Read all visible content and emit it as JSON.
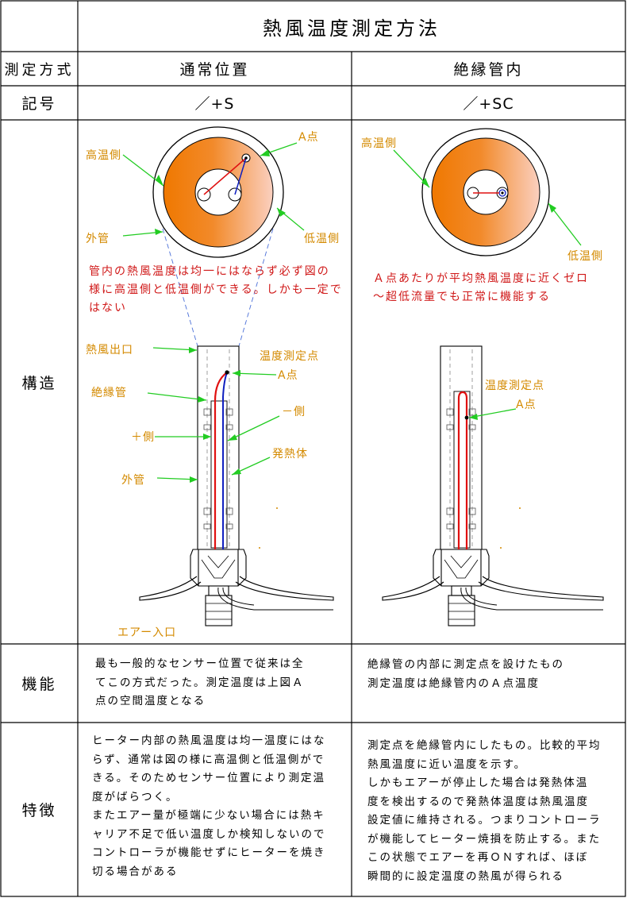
{
  "title": "熱風温度測定方法",
  "rows": {
    "method_label": "測定方式",
    "symbol_label": "記号",
    "structure_label": "構造",
    "function_label": "機能",
    "feature_label": "特徴"
  },
  "columns": [
    {
      "method": "通常位置",
      "symbol": "／+S",
      "labels": {
        "a_point_top": "A点",
        "high_side": "高温側",
        "outer_tube_top": "外管",
        "low_side": "低温側",
        "hot_air_outlet": "熱風出口",
        "temp_point": "温度測定点",
        "a_point": "A点",
        "insulation_tube": "絶縁管",
        "minus_side": "－側",
        "plus_side": "＋側",
        "heater": "発熱体",
        "outer_tube": "外管",
        "air_inlet": "エアー入口"
      },
      "note": [
        "管内の熱風温度は均一にはならず必ず図の",
        "様に高温側と低温側ができる。しかも一定で",
        "はない"
      ],
      "function": [
        "最も一般的なセンサー位置で従来は全",
        "てこの方式だった。測定温度は上図Ａ",
        "点の空間温度となる"
      ],
      "feature": [
        "ヒーター内部の熱風温度は均一温度にはな",
        "らず、通常は図の様に高温側と低温側がで",
        "きる。そのためセンサー位置により測定温",
        "度がばらつく。",
        "またエアー量が極端に少ない場合には熱キ",
        "ャリア不足で低い温度しか検知しないので",
        "コントローラが機能せずにヒーターを焼き",
        "切る場合がある"
      ]
    },
    {
      "method": "絶縁管内",
      "symbol": "／+SC",
      "labels": {
        "high_side": "高温側",
        "low_side": "低温側",
        "temp_point": "温度測定点",
        "a_point": "A点"
      },
      "note": [
        "Ａ点あたりが平均熱風温度に近くゼロ",
        "～超低流量でも正常に機能する"
      ],
      "function": [
        "絶縁管の内部に測定点を設けたもの",
        "測定温度は絶縁管内のＡ点温度"
      ],
      "feature": [
        "測定点を絶縁管内にしたもの。比較的平均",
        "熱風温度に近い温度を示す。",
        "しかもエアーが停止した場合は発熱体温",
        "度を検出するので発熱体温度は熱風温度",
        "設定値に維持される。つまりコントローラ",
        "が機能してヒーター焼損を防止する。また",
        "この状態でエアーを再ＯＮすれば、ほぼ",
        "瞬間的に設定温度の熱風が得られる"
      ]
    }
  ],
  "colors": {
    "orange": "#f07800",
    "label_text": "#d48a00",
    "note_text": "#d01818",
    "leader": "#22cc22",
    "wire_red": "#e01010",
    "wire_blue": "#1020c0"
  }
}
